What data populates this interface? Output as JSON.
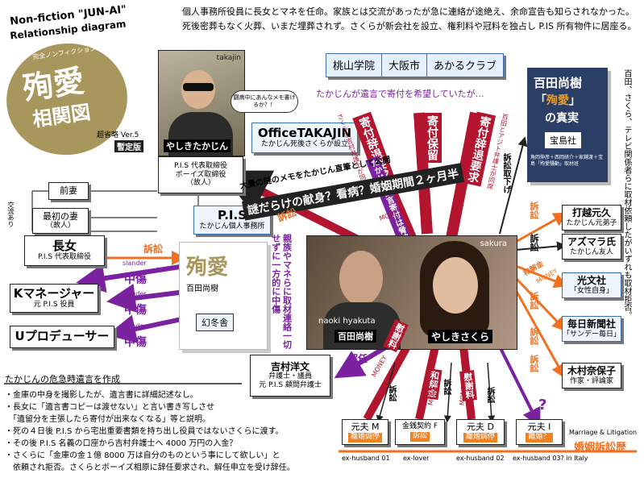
{
  "header": {
    "title_en_1": "Non-fiction \"JUN-AI\"",
    "title_en_2": "Relationship diagram",
    "title_kana": "完全ノンフィクション",
    "title_main": "殉愛",
    "title_sub": "相関図",
    "version": "超省略 Ver.5",
    "provisional": "暫定版",
    "summary_1": "個人事務所役員に長女とマネを任命。家族とは交流があったが急に連絡が途絶え、余命宣告も知らされなかった。",
    "summary_2": "死後密葬もなく火葬、いまだ埋葬されず。さくらが新会社を設立、権利料や冠料を独占し P.IS 所有物件に居座る。"
  },
  "takajin": {
    "photo_label": "takajin",
    "speech": "闘病中にあんなメモ書けるか？！",
    "name_tag": "やしきたかじん",
    "role_1": "P.I.S 代表取締役",
    "role_2": "ボーイズ取締役",
    "role_3": "（故人）"
  },
  "family": {
    "former_wife": "前妻",
    "first_wife": "最初の妻",
    "first_wife_note": "（故人）",
    "daughter": "長女",
    "daughter_role": "P.I.S 代表取締役",
    "exchange": "交流あり"
  },
  "office": {
    "name": "OfficeTAKAJIN",
    "note": "たかじん死後さくらが設立"
  },
  "pis": {
    "name": "P.I.S",
    "note": "たかじん個人事務所"
  },
  "book": {
    "title": "殉愛",
    "author": "百田尚樹",
    "publisher": "幻冬舎"
  },
  "recipients": [
    "桃山学院",
    "大阪市",
    "あかるクラブ"
  ],
  "right_book": {
    "title": "百田尚樹",
    "sub_pre": "「",
    "sub_title": "殉愛",
    "sub_post": "」",
    "sub_2": "の真実",
    "publisher": "宝島社",
    "authors": "角岡伸彦＋西岡研介＋家鋪渡＋宝島「殉愛騒動」取材班"
  },
  "right_note": "百田、さくら、テレビ関係者らに取材依頼したがいずれも取材拒否。",
  "hyakuta": {
    "photo_label": "naoki hyakuta",
    "name_tag": "百田尚樹"
  },
  "sakura": {
    "photo_label": "sakura",
    "name_tag": "やしきさくら"
  },
  "right_people": [
    {
      "name": "打越元久",
      "sub": "たかじん元弟子",
      "blue": false
    },
    {
      "name": "アズマラ氏",
      "sub": "たかじん友人",
      "blue": false
    },
    {
      "name": "光文社",
      "sub": "「女性自身」",
      "blue": true
    },
    {
      "name": "毎日新聞社",
      "sub": "「サンデー毎日」",
      "blue": true
    },
    {
      "name": "木村奈保子",
      "sub": "作家・評論家",
      "blue": false
    }
  ],
  "left_people": [
    {
      "name": "Kマネージャー",
      "sub": "元 P.I.S 役員"
    },
    {
      "name": "Uプロデューサー",
      "sub": ""
    }
  ],
  "lawyer": {
    "name": "吉村洋文",
    "sub_1": "弁護士・議員",
    "sub_2": "元 P.I.S 顧問弁護士"
  },
  "exes": [
    {
      "name": "元夫 M",
      "status": "離婚調停",
      "caption": "ex-husband 01"
    },
    {
      "name": "金銭契約 F",
      "status": "訴訟",
      "caption": "ex-lover"
    },
    {
      "name": "元夫 D",
      "status": "離婚調停",
      "caption": "ex-husband 02"
    },
    {
      "name": "元夫 I",
      "status": "離婚？",
      "caption": "ex-husband 03? in Italy"
    }
  ],
  "marriage": {
    "en": "Marriage & Litigation",
    "jp": "婚姻訴訟歴",
    "question": "?"
  },
  "labels": {
    "lawsuit": "訴訟",
    "slander": "slander",
    "defame": "中傷",
    "money": "MONEY",
    "settle_en": "和解金",
    "dismiss": "解任",
    "reward": "慰謝料",
    "settle": "和解金",
    "withdraw": "訴訟取下げ",
    "donate_1": "寄付辞退要求",
    "donate_2": "寄付保留",
    "donate_3": "寄付辞退要求",
    "donate_1_note": "さくらと吉村弁護士が同席",
    "donate_3_note": "百田とアジト弁護士が同席",
    "memo_1": "大量の謎のメモをたかじん直筆として公開",
    "memo_2": "謎だらけの献身？看病？婚姻期間２ヶ月半",
    "wish": "たかじんが遺言で寄付を希望していたが…",
    "coercion": "たかじん伝言寄付は脅迫",
    "coverage": "親族やマネらに取材連絡一切せずに一方的に中傷"
  },
  "notes": {
    "title": "たかじんの危急時遺言を作成",
    "items": [
      "・金庫の中身を撮影したが、遺言書に詳細記述なし。",
      "・長女に「遺言書コピーは渡せない」と言い書き写しさせ",
      "　「遺留分を主張したら寄付が出来なくなる」等と説明。",
      "・死の４日後 P.I.S から宅出重要書類を持ち出し役員ではないさくらに渡す。",
      "・その後 P.I.S 名義の口座から吉村弁護士へ 4000 万円の入金？",
      "・さくらに「金庫の金１億 8000 万は自分のものという事にして欲しい」と",
      "　依頼され拒否。さくらとボーイズ相原に辞任要求され、解任申立を受け辞任。"
    ]
  },
  "colors": {
    "purple": "#7a22a0",
    "red": "#b3152e",
    "orange": "#f07020",
    "navy": "#2a3e66",
    "light_blue": "#e6f1ff"
  }
}
